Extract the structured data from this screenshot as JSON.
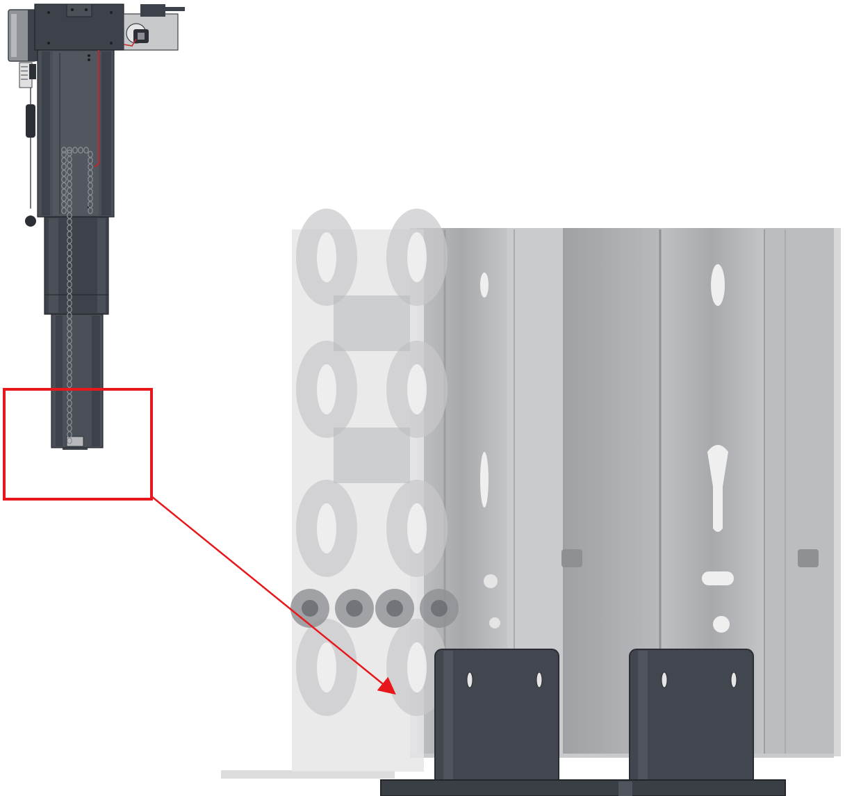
{
  "figure": {
    "description_visible_text": "",
    "colors": {
      "background": "#ffffff",
      "assembly_dark": "#3d4149",
      "assembly_mid": "#4a4f58",
      "assembly_light": "#5c616b",
      "chain": "#8a8d93",
      "housing_grey": "#9a9da2",
      "callout": "#e8171b",
      "zoom_rail_light": "#c9cacc",
      "zoom_rail_mid": "#b3b4b7",
      "zoom_rail_dark": "#9fa1a4",
      "bracket_dark": "#42464e",
      "bracket_edge": "#2a2d33",
      "chain_ghost": "#d5d5d6"
    },
    "overview": {
      "name": "telescopic-lift-column",
      "parts": [
        "motor-housing",
        "top-block",
        "gearbox-cover",
        "outer-stage",
        "middle-stage",
        "inner-stage",
        "drive-chain",
        "cable-sensor",
        "red-cable"
      ]
    },
    "callout": {
      "name": "detail-callout",
      "icons": [
        "callout-box",
        "callout-arrow"
      ]
    },
    "zoom": {
      "name": "zoomed-detail-bottom-end",
      "parts": [
        "rail-profiles",
        "chain-links",
        "slot-holes",
        "mounting-bracket-left",
        "mounting-bracket-right",
        "base-plate"
      ]
    }
  }
}
